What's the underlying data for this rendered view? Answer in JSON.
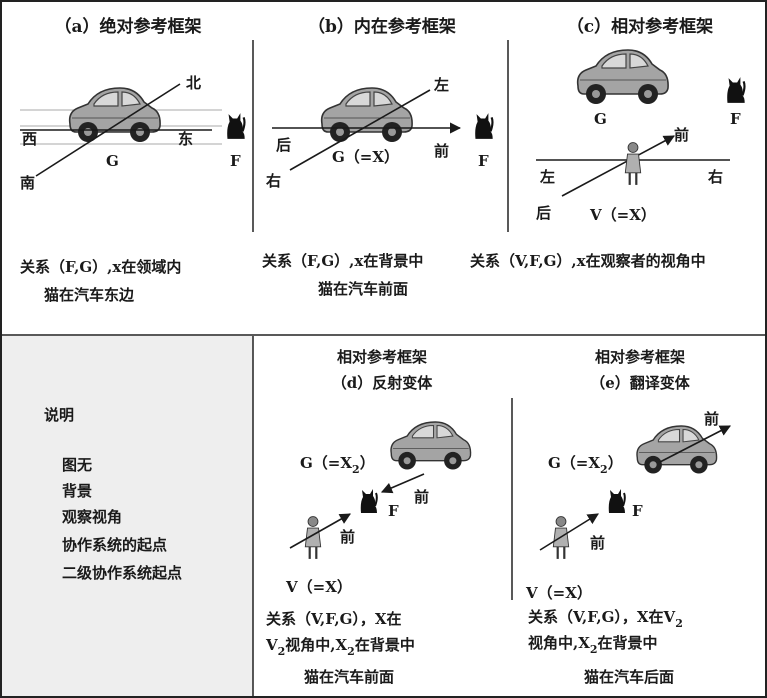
{
  "panel_a": {
    "title": "（a）绝对参考框架",
    "north": "北",
    "west": "西",
    "east": "东",
    "south": "南",
    "ground": "G",
    "figure": "F",
    "caption_line1": "关系（F,G）,x在领域内",
    "caption_line2": "猫在汽车东边"
  },
  "panel_b": {
    "title": "（b）内在参考框架",
    "left": "左",
    "back": "后",
    "right": "右",
    "front": "前",
    "ground": "G（=X）",
    "figure": "F",
    "caption_line1": "关系（F,G）,x在背景中",
    "caption_line2": "猫在汽车前面"
  },
  "panel_c": {
    "title": "（c）相对参考框架",
    "ground": "G",
    "figure": "F",
    "front": "前",
    "left": "左",
    "right": "右",
    "back": "后",
    "viewer": "V（=X）",
    "caption_line1": "关系（V,F,G）,x在观察者的视角中"
  },
  "legend": {
    "title": "说明",
    "items": [
      "图无",
      "背景",
      "观察视角",
      "协作系统的起点",
      "二级协作系统起点"
    ]
  },
  "panel_d": {
    "title_line1": "相对参考框架",
    "title_line2": "（d）反射变体",
    "ground": "G（=X",
    "ground_sub": "2",
    "ground_close": "）",
    "arrow_front": "前",
    "figure": "F",
    "viewer_front": "前",
    "viewer": "V（=X）",
    "caption_line1": "关系（V,F,G），X在",
    "caption_line2_sub": "2",
    "caption_line2_a": "V",
    "caption_line2_b": "视角中,X",
    "caption_line2_c": "在背景中",
    "caption_line3": "猫在汽车前面"
  },
  "panel_e": {
    "title_line1": "相对参考框架",
    "title_line2": "（e）翻译变体",
    "car_front": "前",
    "ground": "G（=X",
    "ground_sub": "2",
    "ground_close": "）",
    "figure": "F",
    "viewer_front": "前",
    "viewer": "V（=X）",
    "caption_line1": "关系（V,F,G），X在V",
    "caption_line1_sub": "2",
    "caption_line2_a": "视角中,X",
    "caption_line2_sub": "2",
    "caption_line2_b": "在背景中",
    "caption_line3": "猫在汽车后面"
  },
  "colors": {
    "ink": "#1a1a1a",
    "car_body": "#9c9c9c",
    "legend_bg": "#eeeeee"
  }
}
